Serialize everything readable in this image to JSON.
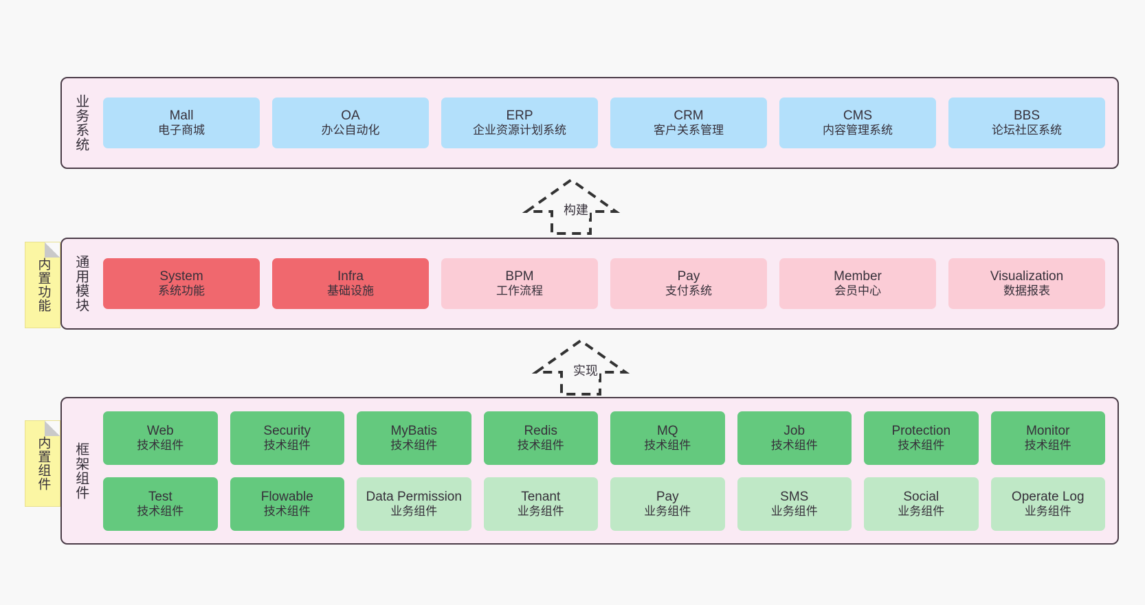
{
  "layers": [
    {
      "id": "business",
      "title": "业务系统",
      "rows": [
        {
          "cells": [
            {
              "name": "Mall",
              "desc": "电子商城",
              "color": "#b3e0fb"
            },
            {
              "name": "OA",
              "desc": "办公自动化",
              "color": "#b3e0fb"
            },
            {
              "name": "ERP",
              "desc": "企业资源计划系统",
              "color": "#b3e0fb"
            },
            {
              "name": "CRM",
              "desc": "客户关系管理",
              "color": "#b3e0fb"
            },
            {
              "name": "CMS",
              "desc": "内容管理系统",
              "color": "#b3e0fb"
            },
            {
              "name": "BBS",
              "desc": "论坛社区系统",
              "color": "#b3e0fb"
            }
          ]
        }
      ]
    },
    {
      "id": "modules",
      "title": "通用模块",
      "rows": [
        {
          "cells": [
            {
              "name": "System",
              "desc": "系统功能",
              "color": "#f0686e"
            },
            {
              "name": "Infra",
              "desc": "基础设施",
              "color": "#f0686e"
            },
            {
              "name": "BPM",
              "desc": "工作流程",
              "color": "#fbccd6"
            },
            {
              "name": "Pay",
              "desc": "支付系统",
              "color": "#fbccd6"
            },
            {
              "name": "Member",
              "desc": "会员中心",
              "color": "#fbccd6"
            },
            {
              "name": "Visualization",
              "desc": "数据报表",
              "color": "#fbccd6"
            }
          ]
        }
      ]
    },
    {
      "id": "framework",
      "title": "框架组件",
      "rows": [
        {
          "cells": [
            {
              "name": "Web",
              "desc": "技术组件",
              "color": "#64c97e"
            },
            {
              "name": "Security",
              "desc": "技术组件",
              "color": "#64c97e"
            },
            {
              "name": "MyBatis",
              "desc": "技术组件",
              "color": "#64c97e"
            },
            {
              "name": "Redis",
              "desc": "技术组件",
              "color": "#64c97e"
            },
            {
              "name": "MQ",
              "desc": "技术组件",
              "color": "#64c97e"
            },
            {
              "name": "Job",
              "desc": "技术组件",
              "color": "#64c97e"
            },
            {
              "name": "Protection",
              "desc": "技术组件",
              "color": "#64c97e"
            },
            {
              "name": "Monitor",
              "desc": "技术组件",
              "color": "#64c97e"
            }
          ]
        },
        {
          "cells": [
            {
              "name": "Test",
              "desc": "技术组件",
              "color": "#64c97e"
            },
            {
              "name": "Flowable",
              "desc": "技术组件",
              "color": "#64c97e"
            },
            {
              "name": "Data Permission",
              "desc": "业务组件",
              "color": "#bfe8c6"
            },
            {
              "name": "Tenant",
              "desc": "业务组件",
              "color": "#bfe8c6"
            },
            {
              "name": "Pay",
              "desc": "业务组件",
              "color": "#bfe8c6"
            },
            {
              "name": "SMS",
              "desc": "业务组件",
              "color": "#bfe8c6"
            },
            {
              "name": "Social",
              "desc": "业务组件",
              "color": "#bfe8c6"
            },
            {
              "name": "Operate Log",
              "desc": "业务组件",
              "color": "#bfe8c6"
            }
          ]
        }
      ]
    }
  ],
  "stickies": [
    {
      "id": "builtin-func",
      "label": "内置功能"
    },
    {
      "id": "builtin-comp",
      "label": "内置组件"
    }
  ],
  "arrows": [
    {
      "id": "build",
      "label": "构建"
    },
    {
      "id": "impl",
      "label": "实现"
    }
  ],
  "colors": {
    "background": "#f8f8f8",
    "band_fill": "#faeaf4",
    "band_border": "#4a3b47",
    "sticky_fill": "#fbf6a3",
    "blue": "#b3e0fb",
    "red": "#f0686e",
    "pink": "#fbccd6",
    "green": "#64c97e",
    "green_light": "#bfe8c6",
    "text": "#36303a"
  }
}
